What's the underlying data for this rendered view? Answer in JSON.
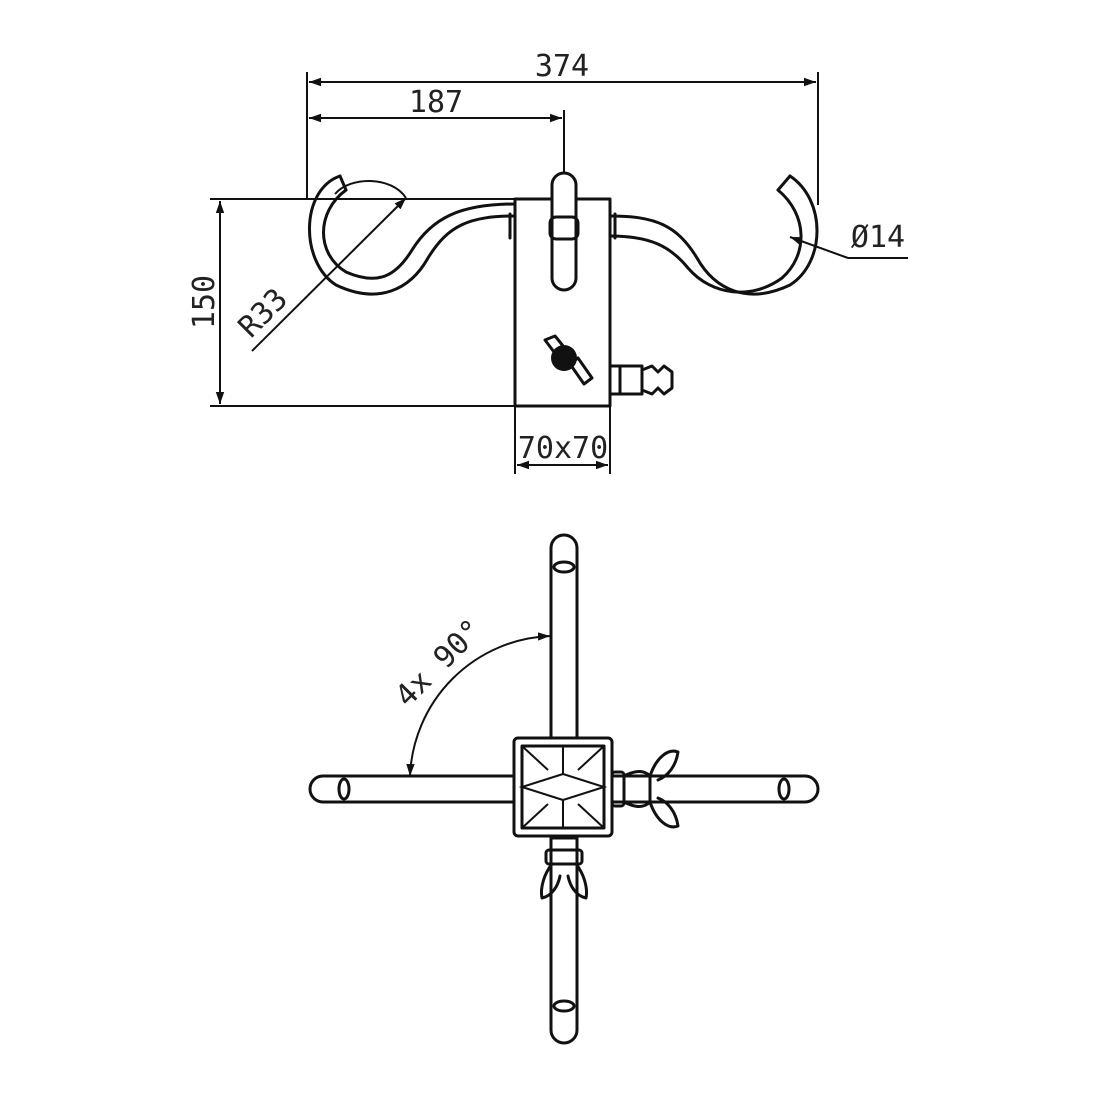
{
  "colors": {
    "line": "#111111",
    "background": "#ffffff"
  },
  "front_view": {
    "dimensions": {
      "overall_width": "374",
      "half_width": "187",
      "height": "150",
      "hook_radius": "R33",
      "tube_diameter": "Ø14",
      "block_size": "70x70"
    }
  },
  "top_view": {
    "angle_label": "4x 90°"
  }
}
